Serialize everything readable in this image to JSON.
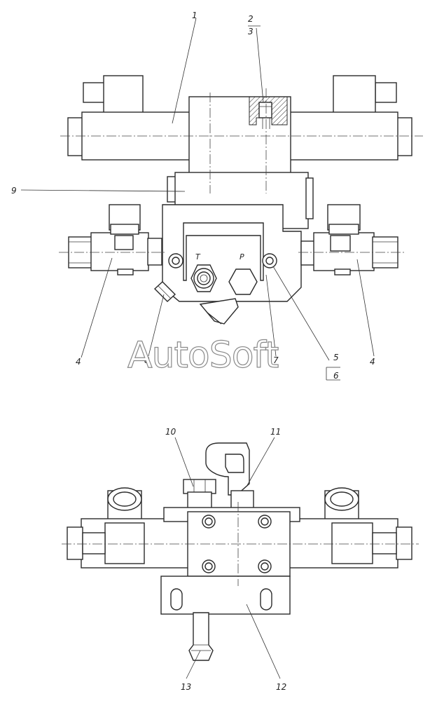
{
  "watermark": "AutoSoft",
  "labels": {
    "l1": "1",
    "l2": "2",
    "l3": "3",
    "l4a": "4",
    "l4b": "4",
    "l5": "5",
    "l6": "6",
    "l7": "7",
    "l8": "8",
    "l9": "9",
    "l10": "10",
    "l11": "11",
    "l12": "12",
    "l13": "13"
  },
  "ports": {
    "t": "T",
    "p": "P"
  }
}
